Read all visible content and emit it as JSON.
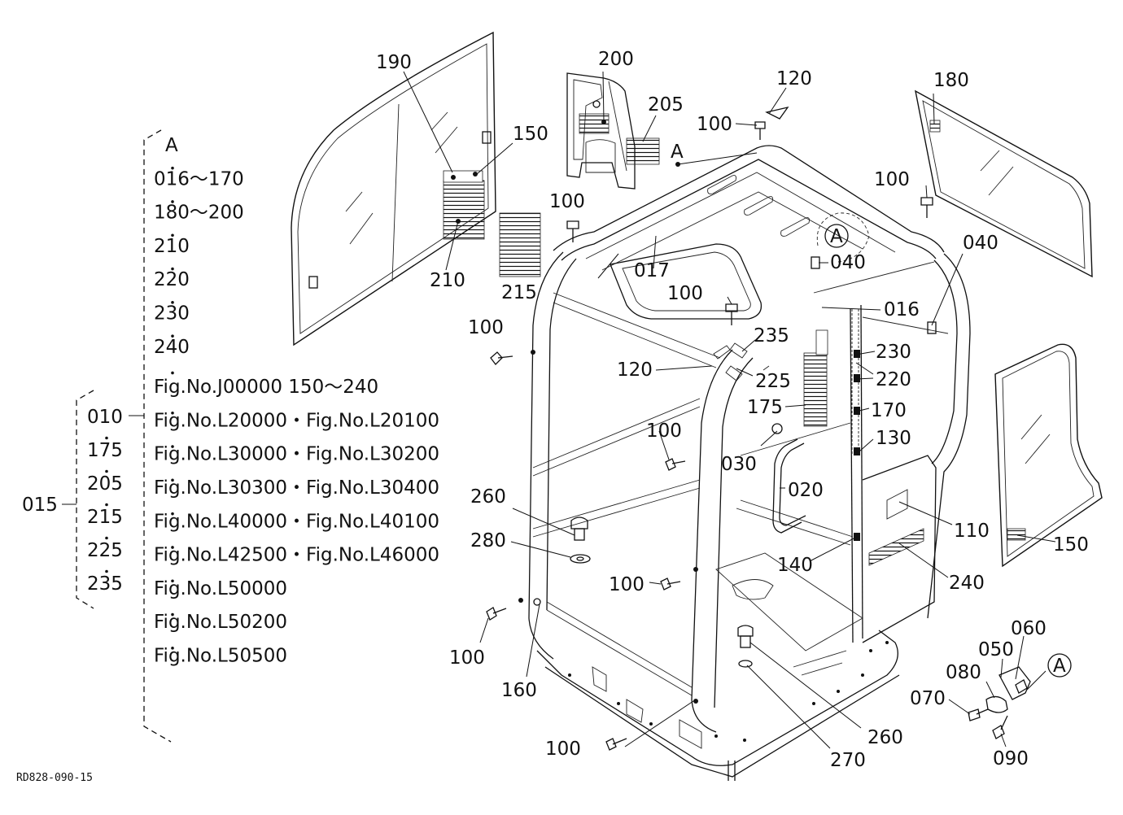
{
  "drawing_code": "RD828-090-15",
  "group_label": "015",
  "group_items": [
    "010",
    "175",
    "205",
    "215",
    "225",
    "235"
  ],
  "applicability": [
    "A",
    "016～170",
    "180～200",
    "210",
    "220",
    "230",
    "240",
    "Fig.No.J00000  150～240",
    "Fig.No.L20000・Fig.No.L20100",
    "Fig.No.L30000・Fig.No.L30200",
    "Fig.No.L30300・Fig.No.L30400",
    "Fig.No.L40000・Fig.No.L40100",
    "Fig.No.L42500・Fig.No.L46000",
    "Fig.No.L50000",
    "Fig.No.L50200",
    "Fig.No.L50500"
  ],
  "callouts": {
    "c190": "190",
    "c150a": "150",
    "c210": "210",
    "c215": "215",
    "c200": "200",
    "c205": "205",
    "c120a": "120",
    "c100a": "100",
    "cA1": "A",
    "c180": "180",
    "c100b": "100",
    "c040a": "040",
    "cA2": "A",
    "c040b": "040",
    "c016": "016",
    "c100c": "100",
    "c017": "017",
    "c100d": "100",
    "c235": "235",
    "c230": "230",
    "c120b": "120",
    "c225": "225",
    "c220": "220",
    "c175": "175",
    "c170": "170",
    "c100e": "100",
    "c030": "030",
    "c130": "130",
    "c020": "020",
    "c260a": "260",
    "c280": "280",
    "c110": "110",
    "c150b": "150",
    "c140": "140",
    "c240": "240",
    "c100f": "100",
    "c100g": "100",
    "c160": "160",
    "c060": "060",
    "c050": "050",
    "cA3": "A",
    "c080": "080",
    "c070": "070",
    "c260b": "260",
    "c100h": "100",
    "c270": "270",
    "c090": "090"
  }
}
